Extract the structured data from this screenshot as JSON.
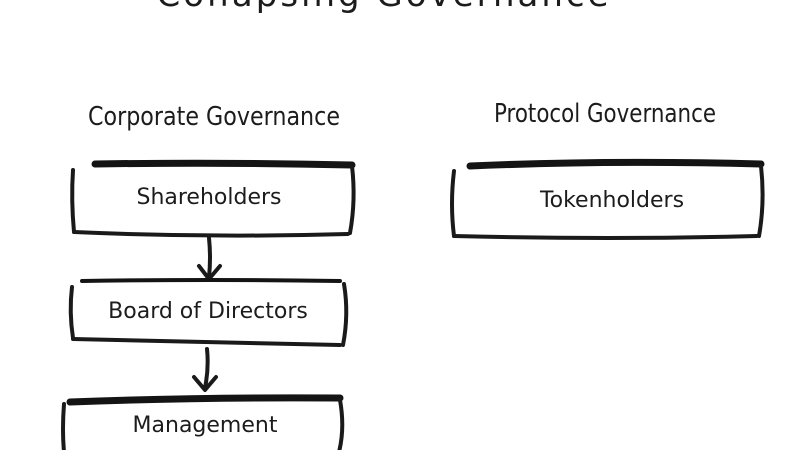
{
  "title": "Collapsing Governance",
  "columns": {
    "corporate": {
      "heading": "Corporate Governance",
      "nodes": [
        "Shareholders",
        "Board of Directors",
        "Management"
      ]
    },
    "protocol": {
      "heading": "Protocol Governance",
      "nodes": [
        "Tokenholders"
      ]
    }
  },
  "colors": {
    "ink": "#1a1a1a",
    "background": "#ffffff"
  }
}
